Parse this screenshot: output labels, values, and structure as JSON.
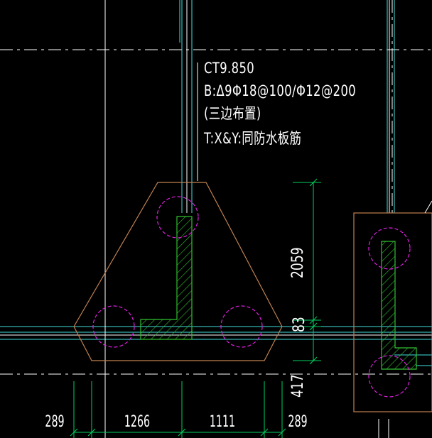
{
  "annotation": {
    "name": "CT9.850",
    "bottom_rebar": "B:Δ9Φ18@100/Φ12@200",
    "layout_note": "(三边布置)",
    "top_rebar": "T:X&Y:同防水板筋"
  },
  "dimensions": {
    "horizontal": [
      "289",
      "1266",
      "1111",
      "289"
    ],
    "vertical": [
      "2059",
      "83",
      "417"
    ]
  },
  "colors": {
    "background": "#000000",
    "cap_outline": "#c08050",
    "grid_line": "#ffffff",
    "wall_line": "#40e0e0",
    "dimension_line": "#00d060",
    "pile_circle": "#e020e0",
    "hatch": "#30c030"
  }
}
